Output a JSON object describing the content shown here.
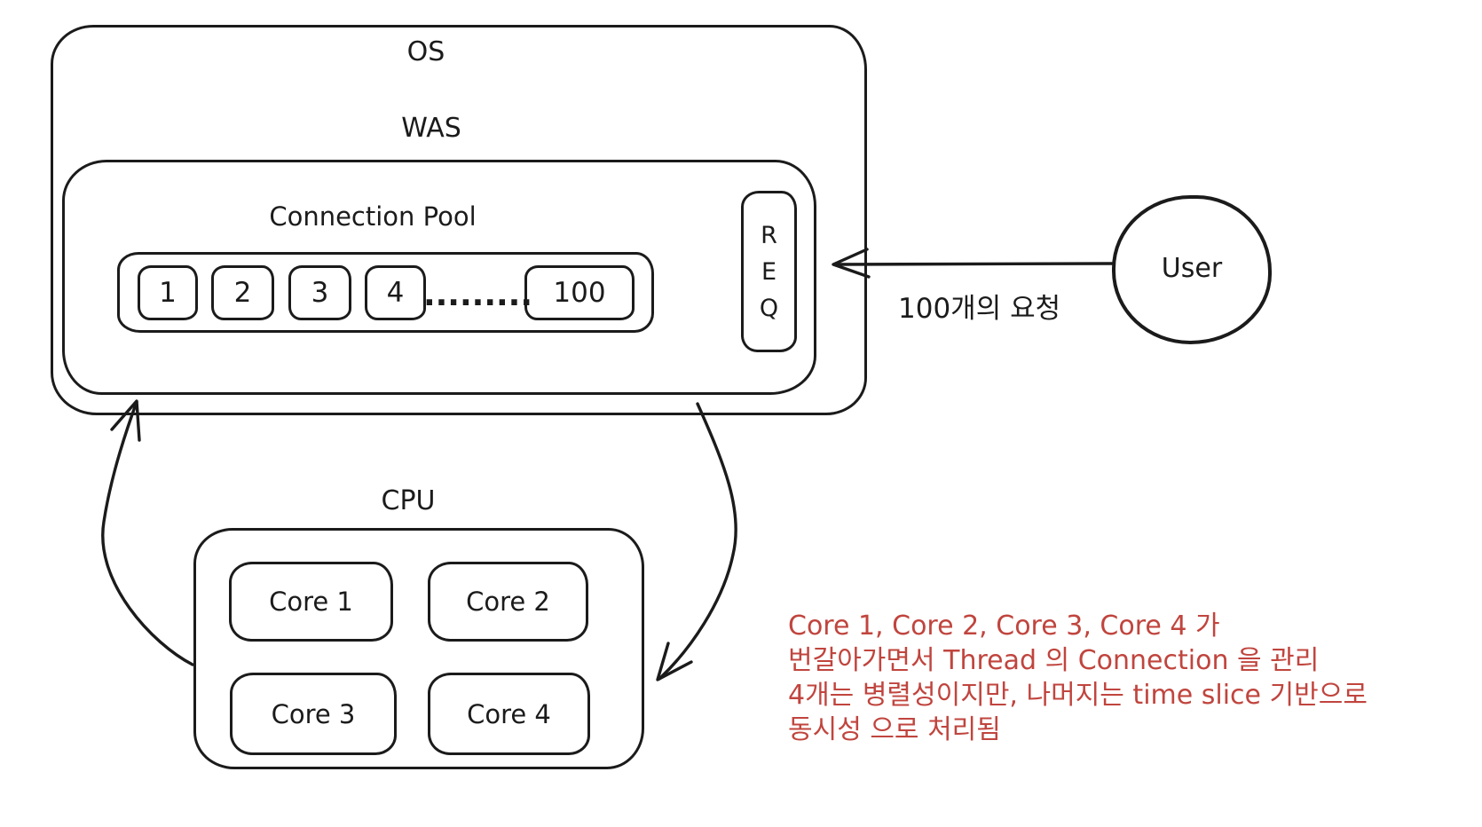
{
  "diagram": {
    "stroke_color": "#1b1b1b",
    "os": {
      "label": "OS"
    },
    "was": {
      "label": "WAS"
    },
    "connection_pool": {
      "label": "Connection Pool",
      "slots": [
        "1",
        "2",
        "3",
        "4"
      ],
      "ellipsis": ".........",
      "last_slot": "100"
    },
    "req": {
      "letters": [
        "R",
        "E",
        "Q"
      ]
    },
    "user": {
      "label": "User"
    },
    "request_arrow": {
      "label": "100개의 요청"
    },
    "cpu": {
      "label": "CPU",
      "cores": [
        "Core 1",
        "Core 2",
        "Core 3",
        "Core 4"
      ]
    },
    "note": {
      "color": "#c0453e",
      "lines": [
        "Core 1, Core 2, Core 3, Core 4 가",
        "번갈아가면서 Thread 의 Connection 을 관리",
        "4개는 병렬성이지만, 나머지는 time slice 기반으로",
        "동시성 으로 처리됨"
      ]
    }
  }
}
